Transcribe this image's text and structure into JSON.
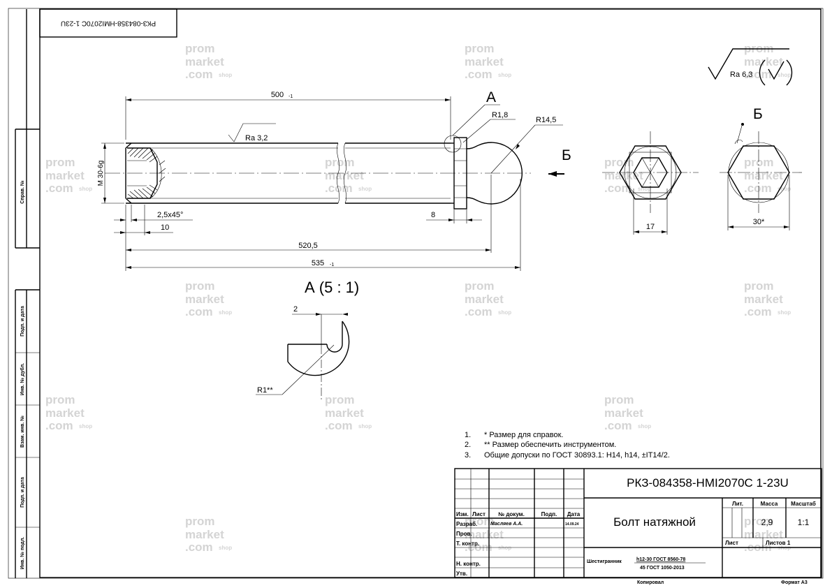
{
  "sheet": {
    "doc_code": "РКЗ-084358-НМI2070С 1-23U",
    "top_left_code": "РКЗ-084358-НМI2070С 1-23U",
    "format": "Формат А3",
    "copied": "Копировал"
  },
  "side_stamps": {
    "sprav_no": "Справ. №",
    "podp_data_1": "Подп. и дата",
    "inv_dubl": "Инв. № дубл.",
    "vzam_inv": "Взам. инв. №",
    "podp_data_2": "Подп. и дата",
    "inv_podl": "Инв. № подл."
  },
  "main_view": {
    "dim_500": "500",
    "dim_500_tol": "-1",
    "surface": "Ra 3,2",
    "thread": "М 30-6g",
    "chamfer": "2,5х45°",
    "dim_10": "10",
    "dim_8": "8",
    "dim_520": "520,5",
    "dim_535": "535",
    "dim_535_tol": "-1",
    "r18": "R1,8",
    "r145": "R14,5",
    "callout_a": "А",
    "callout_b": "Б"
  },
  "general_roughness": "Ra 6,3",
  "view_b_title": "Б",
  "hex_socket_dim": "17",
  "hex_head_dim": "30*",
  "detail": {
    "title": "А (5 : 1)",
    "dim_2": "2",
    "radius": "R1**"
  },
  "notes": [
    {
      "num": "1.",
      "text": "* Размер для справок."
    },
    {
      "num": "2.",
      "text": "** Размер обеспечить инструментом."
    },
    {
      "num": "3.",
      "text": "Общие допуски по ГОСТ 30893.1: H14, h14, ±IT14/2."
    }
  ],
  "title_block": {
    "designation": "РКЗ-084358-НМI2070С 1-23U",
    "name": "Болт натяжной",
    "headers": {
      "izm": "Изм.",
      "list": "Лист",
      "doc": "№ докум.",
      "podp": "Подп.",
      "data": "Дата"
    },
    "roles": {
      "razrab": "Разраб.",
      "prov": "Пров.",
      "tkontr": "Т. контр.",
      "nkontr": "Н. контр.",
      "utv": "Утв."
    },
    "developer": "Масляев А.А.",
    "dev_date": "14.09.24",
    "lit_label": "Лит.",
    "mass_label": "Масса",
    "scale_label": "Масштаб",
    "mass": "2,9",
    "scale": "1:1",
    "sheet_label": "Лист",
    "sheets_label": "Листов 1",
    "material_label": "Шестигранник",
    "material_line1": "h12-30 ГОСТ 8560-78",
    "material_line2": "45 ГОСТ 1050-2013"
  },
  "watermark": {
    "line1": "prom",
    "line2": "market",
    "line3": ".com",
    "suffix": "shop"
  }
}
